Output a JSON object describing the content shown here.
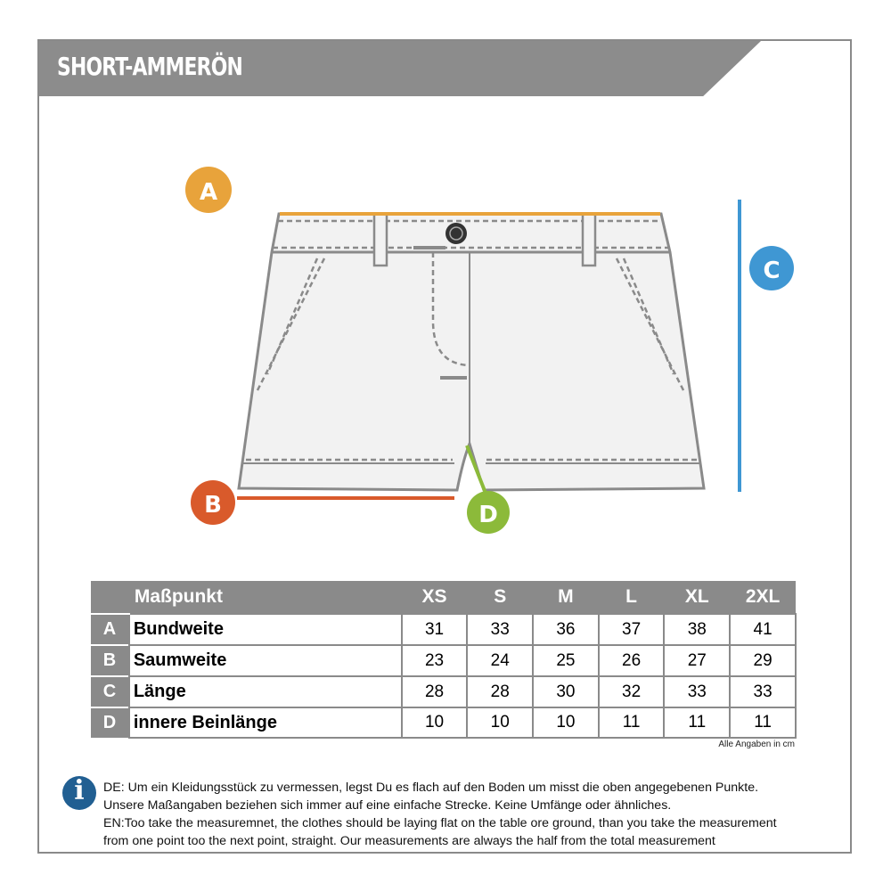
{
  "title": "SHORT-AMMERÖN",
  "badges": {
    "a": {
      "letter": "A",
      "color": "#e8a33b"
    },
    "b": {
      "letter": "B",
      "color": "#d95a2b"
    },
    "c": {
      "letter": "C",
      "color": "#3f97d3"
    },
    "d": {
      "letter": "D",
      "color": "#8cba3a"
    }
  },
  "table": {
    "header_name": "Maßpunkt",
    "sizes": [
      "XS",
      "S",
      "M",
      "L",
      "XL",
      "2XL"
    ],
    "rows": [
      {
        "key": "A",
        "name": "Bundweite",
        "values": [
          "31",
          "33",
          "36",
          "37",
          "38",
          "41"
        ]
      },
      {
        "key": "B",
        "name": "Saumweite",
        "values": [
          "23",
          "24",
          "25",
          "26",
          "27",
          "29"
        ]
      },
      {
        "key": "C",
        "name": "Länge",
        "values": [
          "28",
          "28",
          "30",
          "32",
          "33",
          "33"
        ]
      },
      {
        "key": "D",
        "name": "innere Beinlänge",
        "values": [
          "10",
          "10",
          "10",
          "11",
          "11",
          "11"
        ]
      }
    ]
  },
  "units_note": "Alle Angaben in cm",
  "info": {
    "icon": "info-icon",
    "icon_glyph": "i",
    "lines": [
      "DE: Um ein Kleidungsstück zu vermessen, legst Du es flach auf den Boden um misst die oben angegebenen Punkte.",
      "Unsere Maßangaben beziehen sich immer auf eine einfache Strecke. Keine Umfänge oder ähnliches.",
      "EN:Too take the measuremnet, the clothes should be laying flat on the table ore ground, than you take the measurement",
      "from one point too the next point, straight. Our measurements are always the half from the total measurement"
    ]
  }
}
